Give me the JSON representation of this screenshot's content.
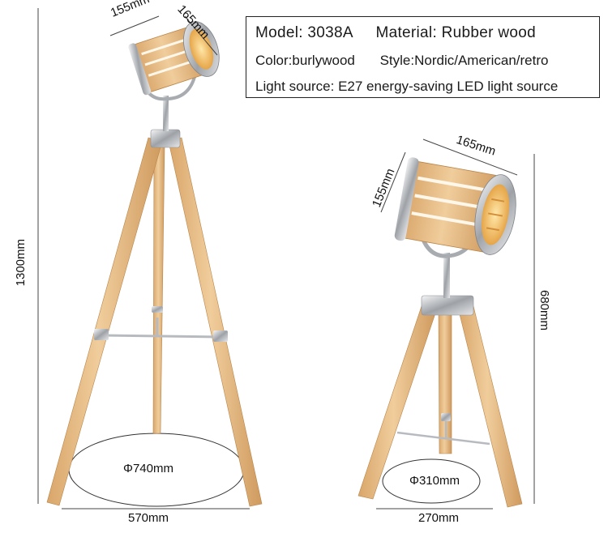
{
  "specs": {
    "model_label": "Model:",
    "model_value": "3038A",
    "material_label": "Material:",
    "material_value": "Rubber wood",
    "color_label": "Color:",
    "color_value": "burlywood",
    "style_label": "Style:",
    "style_value": "Nordic/American/retro",
    "light_source_label": "Light source:",
    "light_source_value": "E27 energy-saving LED light source"
  },
  "floor_lamp": {
    "height": "1300mm",
    "head_diameter": "155mm",
    "head_length": "165mm",
    "footprint": "Φ740mm",
    "base_width": "570mm"
  },
  "table_lamp": {
    "height": "680mm",
    "head_diameter": "155mm",
    "head_length": "165mm",
    "footprint": "Φ310mm",
    "base_width": "270mm"
  },
  "colors": {
    "wood": "#e8bf8a",
    "wood_dark": "#c98f52",
    "chrome": "#c7c9cc",
    "bulb_glow": "#f5c97a"
  }
}
